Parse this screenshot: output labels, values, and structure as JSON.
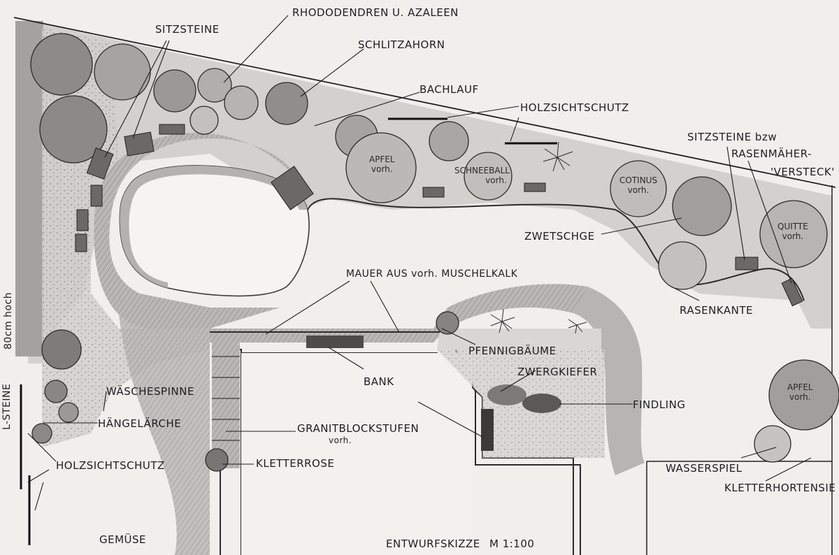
{
  "labels": {
    "sitzsteine": "SITZSTEINE",
    "rhododendren": "RHODODENDREN U. AZALEEN",
    "schlitzahorn": "SCHLITZAHORN",
    "bachlauf": "BACHLAUF",
    "holzsichtschutz_top": "HOLZSICHTSCHUTZ",
    "sitzsteine_bzw": "SITZSTEINE bzw",
    "rasenmaeher": "RASENMÄHER-",
    "versteck": "'VERSTECK'",
    "zwetschge": "ZWETSCHGE",
    "rasenkante": "RASENKANTE",
    "mauer": "MAUER AUS vorh. MUSCHELKALK",
    "pfennigbaeume": "PFENNIGBÄUME",
    "zwergkiefer": "ZWERGKIEFER",
    "findling": "FINDLING",
    "bank": "BANK",
    "granitblockstufen": "GRANITBLOCKSTUFEN",
    "granit_vorh": "vorh.",
    "kletterrose": "KLETTERROSE",
    "waeschespinne": "WÄSCHESPINNE",
    "haengelaerche": "HÄNGELÄRCHE",
    "holzsichtschutz_left": "HOLZSICHTSCHUTZ",
    "gemuese": "GEMÜSE",
    "entwurfskizze": "ENTWURFSKIZZE",
    "massstab": "M 1:100",
    "wasserspiel": "WASSERSPIEL",
    "kletterhortensie": "KLETTERHORTENSIE",
    "l_steine": "L-STEINE",
    "hoehe": "80cm hoch"
  },
  "trees": {
    "apfel_top": "APFEL",
    "apfel_top_vorh": "vorh.",
    "schneeball": "SCHNEEBALL",
    "schneeball_vorh": "vorh.",
    "cotinus": "COTINUS",
    "cotinus_vorh": "vorh.",
    "quitte": "QUITTE",
    "quitte_vorh": "vorh.",
    "apfel_right": "APFEL",
    "apfel_right_vorh": "vorh."
  },
  "colors": {
    "paper": "#f0efec",
    "graphite": "#2b2b2b",
    "shade": "#a9a8a5",
    "dark_shade": "#6f6e6b"
  }
}
